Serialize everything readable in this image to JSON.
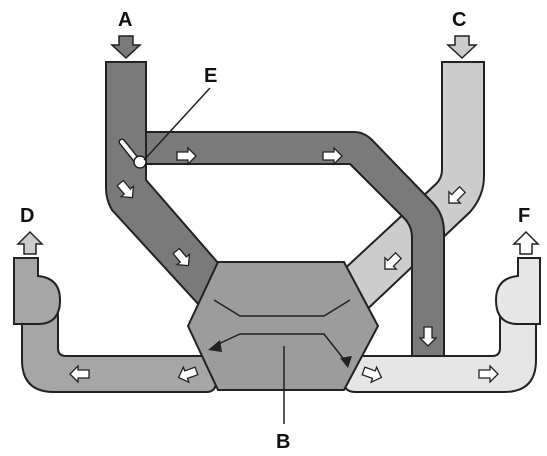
{
  "labels": {
    "a": "A",
    "b": "B",
    "c": "C",
    "d": "D",
    "e": "E",
    "f": "F"
  },
  "colors": {
    "dark_duct": "#7a7a7a",
    "medium_duct": "#a6a6a6",
    "light_duct": "#cccccc",
    "white_duct": "#e6e6e6",
    "exchanger": "#9c9c9c",
    "outline": "#222222",
    "arrow_fill": "#ffffff"
  },
  "icons": {
    "arrow": "block-arrow-icon",
    "damper": "damper-icon"
  }
}
